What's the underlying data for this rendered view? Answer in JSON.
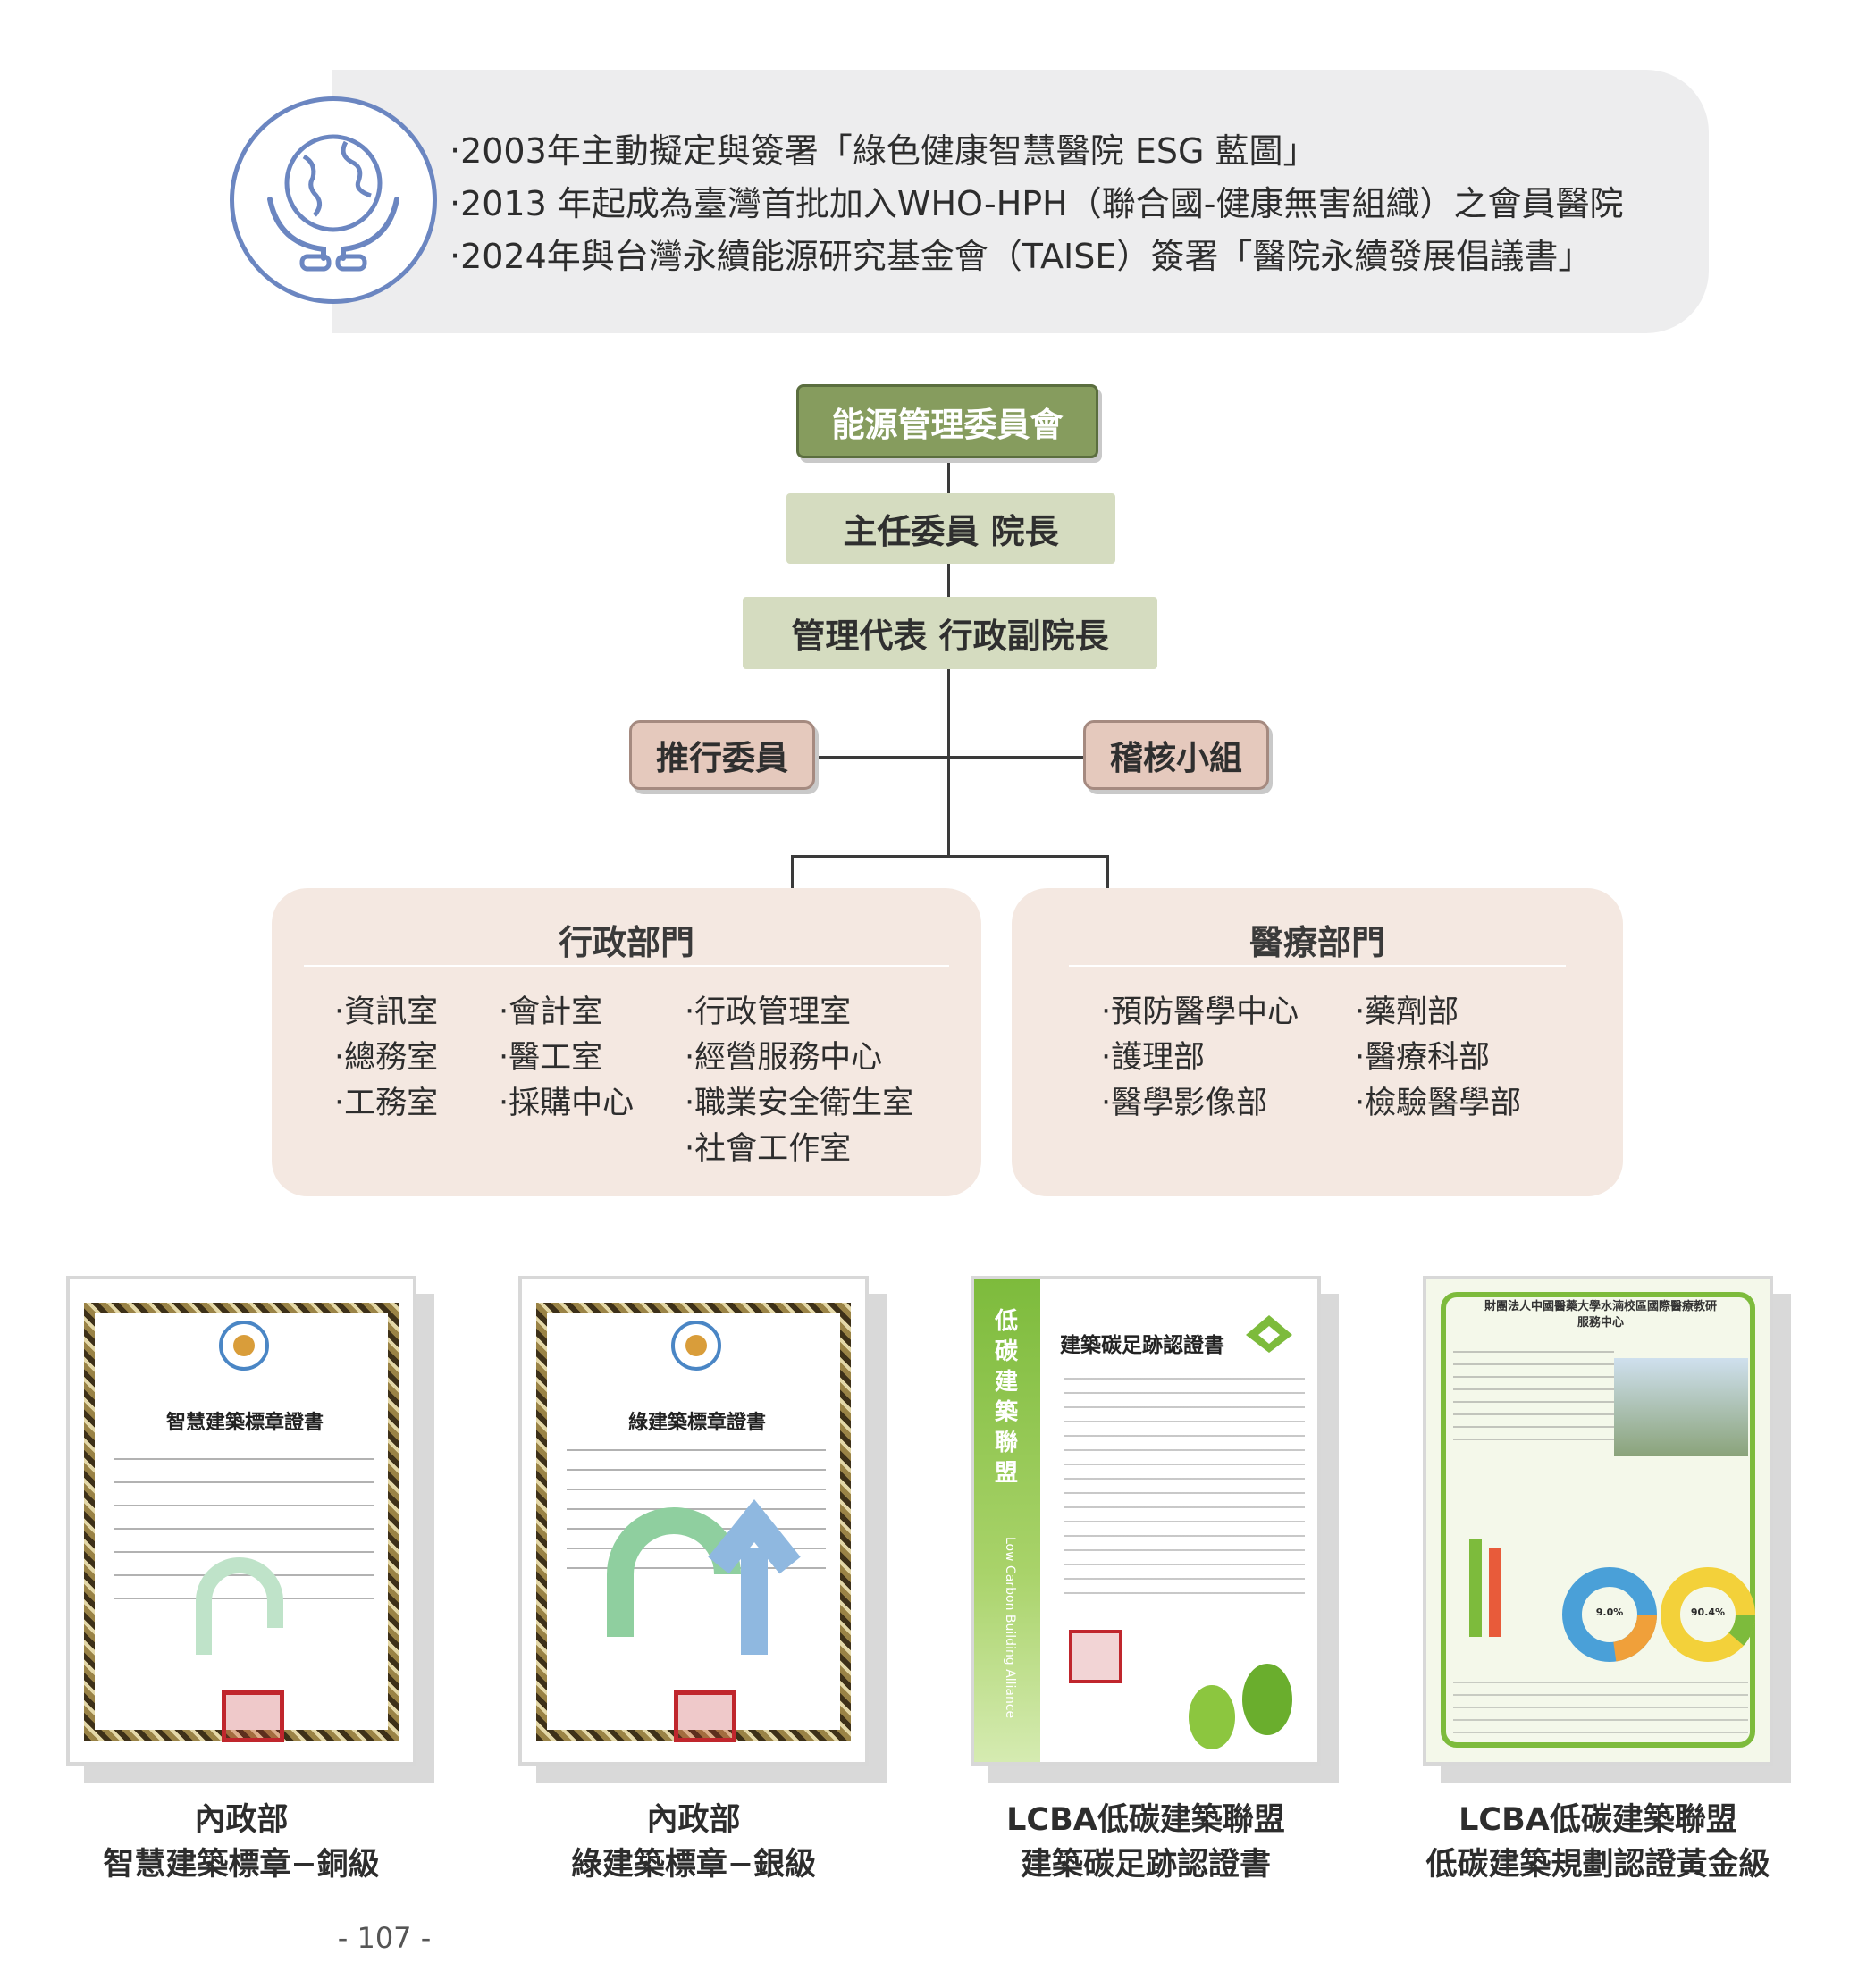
{
  "highlights": [
    "‧2003年主動擬定與簽署「綠色健康智慧醫院 ESG 藍圖」",
    "‧2013 年起成為臺灣首批加入WHO-HPH（聯合國-健康無害組織）之會員醫院",
    "‧2024年與台灣永續能源研究基金會（TAISE）簽署「醫院永續發展倡議書」"
  ],
  "org": {
    "committee": "能源管理委員會",
    "chair": "主任委員  院長",
    "rep": "管理代表  行政副院長",
    "promoter": "推行委員",
    "audit": "稽核小組"
  },
  "admin": {
    "title": "行政部門",
    "col1": [
      "‧資訊室",
      "‧總務室",
      "‧工務室"
    ],
    "col2": [
      "‧會計室",
      "‧醫工室",
      "‧採購中心"
    ],
    "col3": [
      "‧行政管理室",
      "‧經營服務中心",
      "‧職業安全衛生室",
      "‧社會工作室"
    ]
  },
  "medical": {
    "title": "醫療部門",
    "col1": [
      "‧預防醫學中心",
      "‧護理部",
      "‧醫學影像部"
    ],
    "col2": [
      "‧藥劑部",
      "‧醫療科部",
      "‧檢驗醫學部"
    ]
  },
  "certs": [
    {
      "title": "智慧建築標章證書",
      "line1": "內政部",
      "line2": "智慧建築標章−銅級"
    },
    {
      "title": "綠建築標章證書",
      "line1": "內政部",
      "line2": "綠建築標章−銀級"
    },
    {
      "title": "建築碳足跡認證書",
      "side": "低碳建築聯盟",
      "side_en": "Low Carbon Building Alliance",
      "line1": "LCBA低碳建築聯盟",
      "line2": "建築碳足跡認證書"
    },
    {
      "title": "財團法人中國醫藥大學水湳校區國際醫療教研服務中心",
      "badge": "9.0%",
      "badge2": "90.4%",
      "line1": "LCBA低碳建築聯盟",
      "line2": "低碳建築規劃認證黃金級"
    }
  ],
  "page_number": "- 107 -",
  "colors": {
    "banner": "#ededee",
    "globe": "#6b86c1",
    "committee": "#869c5e",
    "level": "#d5dcc0",
    "side": "#e5c9bd",
    "dept": "#f4e8e1"
  }
}
